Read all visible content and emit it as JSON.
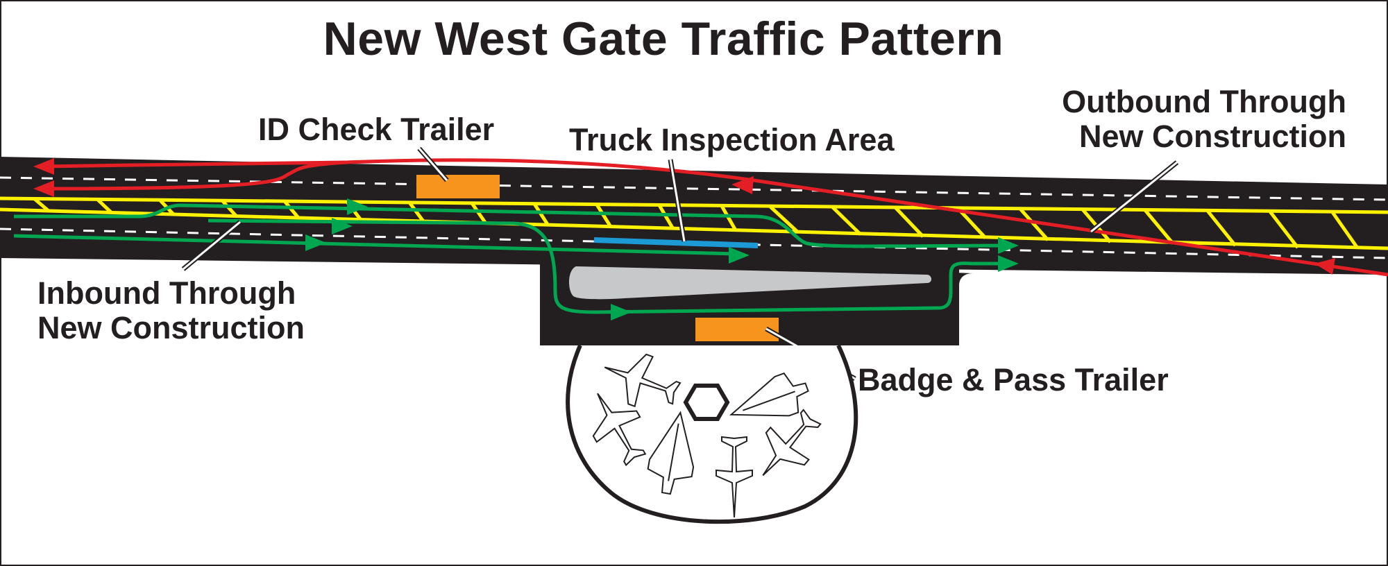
{
  "title": "New West Gate Traffic Pattern",
  "labels": {
    "id_check_trailer": "ID Check Trailer",
    "truck_inspection_area": "Truck Inspection Area",
    "outbound_line1": "Outbound Through",
    "outbound_line2": "New Construction",
    "inbound_line1": "Inbound Through",
    "inbound_line2": "New Construction",
    "badge_pass_trailer": "Badge & Pass Trailer"
  },
  "colors": {
    "road": "#231f20",
    "lane_dash": "#ffffff",
    "hatch_yellow": "#fff200",
    "outbound_red": "#e31e24",
    "inbound_green": "#00a650",
    "truck_lane_blue": "#1c9ad6",
    "trailer_orange": "#f7941d",
    "island_gray": "#c7c8ca",
    "text": "#231f20"
  },
  "icons": {
    "aircraft_display": [
      "fighter-jet-icon",
      "fighter-jet-icon",
      "delta-wing-jet-icon",
      "fighter-jet-icon",
      "delta-wing-jet-icon",
      "fighter-jet-icon",
      "starfighter-jet-icon"
    ],
    "center_marker": "hexagon-icon"
  }
}
